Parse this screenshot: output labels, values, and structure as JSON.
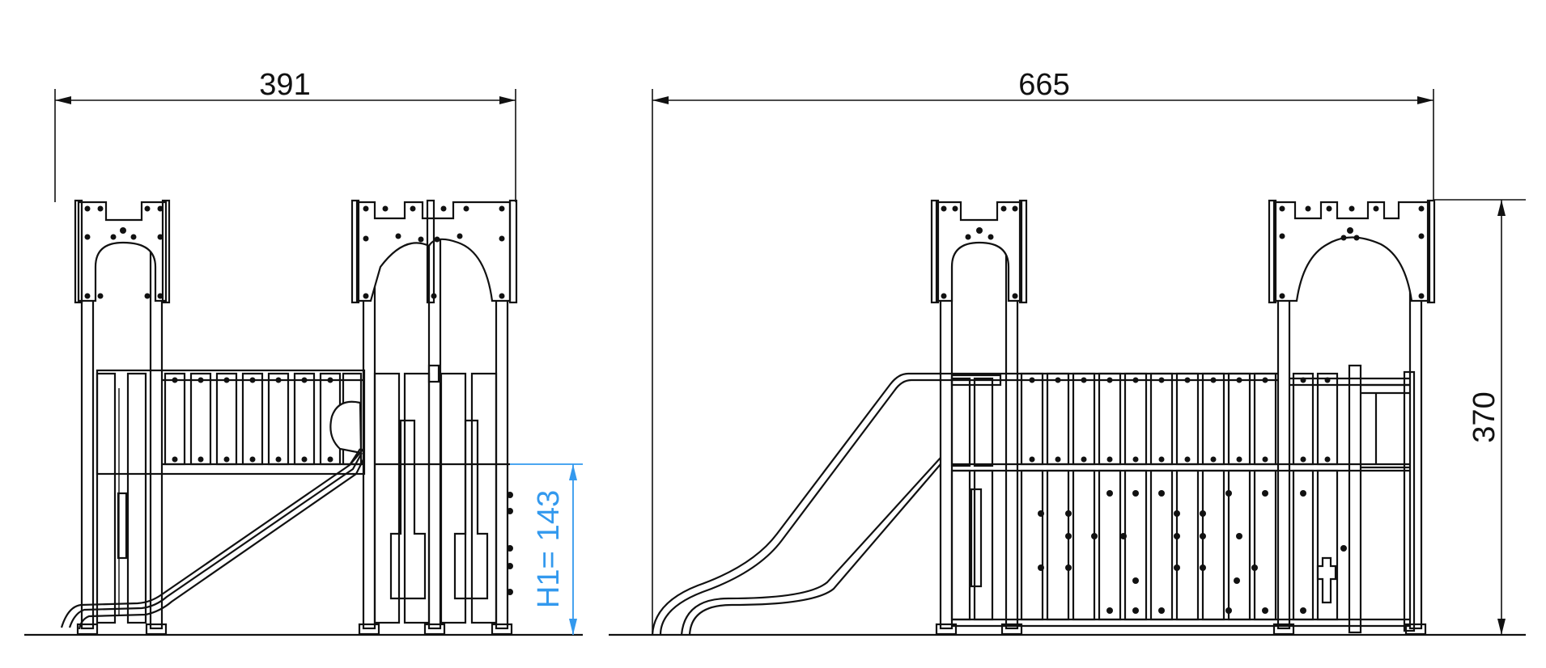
{
  "dimensions": {
    "side_width": "391",
    "front_width": "665",
    "height": "370",
    "fall_height_label": "H1=",
    "fall_height_value": "143"
  },
  "colors": {
    "line": "#111111",
    "highlight": "#3399ee",
    "background": "#ffffff"
  }
}
